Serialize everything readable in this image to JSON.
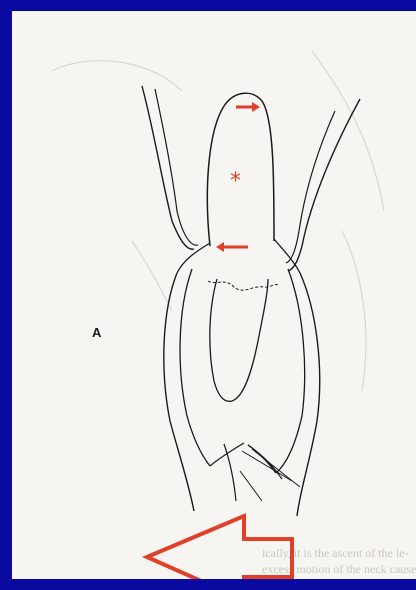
{
  "figure": {
    "panel_label": "A",
    "background_color": "#0a0aa0",
    "page_color": "#f7f5f2",
    "line_color": "#1a1a1a",
    "annotation_color": "#e0402a"
  },
  "annotations": {
    "asterisk": "*",
    "arrow_top": "arrow-right-icon",
    "arrow_mid": "arrow-left-icon",
    "big_arrow": "large-arrow-left-icon"
  },
  "bleed_through": {
    "line_1": "ically, it is the ascent of the le-",
    "line_2": "excess motion of the neck caused by"
  }
}
